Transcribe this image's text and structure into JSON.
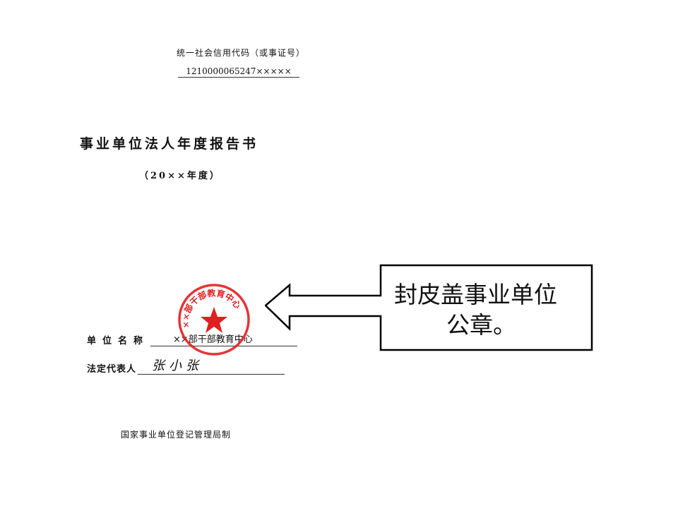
{
  "cover": {
    "credit_code_label": "统一社会信用代码（或事证号）",
    "credit_code_value": "1210000065247×××××",
    "title": "事业单位法人年度报告书",
    "year": "（20××年度）",
    "unit_name_label": "单位名称",
    "unit_name_value": "××部干部教育中心",
    "legal_rep_label": "法定代表人",
    "legal_rep_signature": "张小张",
    "footer": "国家事业单位登记管理局制"
  },
  "stamp": {
    "text": "××部干部教育中心",
    "color": "#e02020"
  },
  "callout": {
    "line1": "封皮盖事业单位",
    "line2": "公章。"
  }
}
